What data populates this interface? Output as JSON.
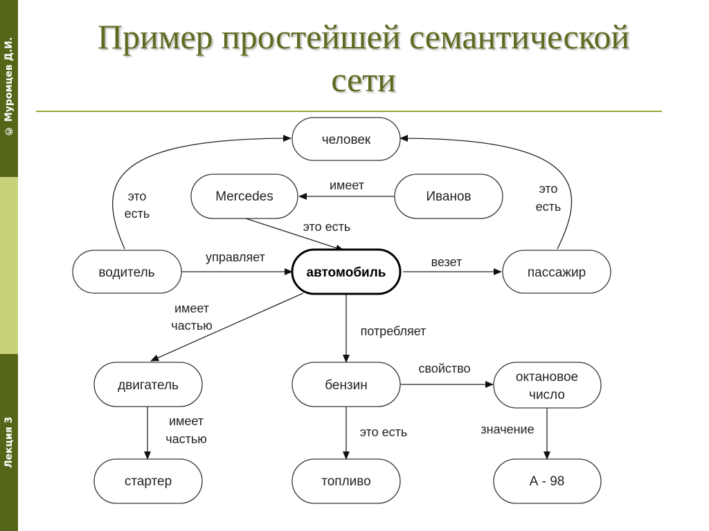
{
  "sidebar": {
    "copyright": "© Муромцев Д.И.",
    "lecture": "Лекция 3"
  },
  "title": {
    "line1": "Пример простейшей семантической",
    "line2": "сети"
  },
  "colors": {
    "title": "#5e6a1f",
    "sidebar_dark": "#556619",
    "sidebar_light": "#c8d07a",
    "rule": "#9aa22f"
  },
  "nodes": {
    "person": "человек",
    "mercedes": "Mercedes",
    "ivanov": "Иванов",
    "driver": "водитель",
    "car": "автомобиль",
    "passenger": "пассажир",
    "engine": "двигатель",
    "petrol": "бензин",
    "octane_line1": "октановое",
    "octane_line2": "число",
    "starter": "стартер",
    "fuel": "топливо",
    "a98": "А - 98"
  },
  "edges": {
    "driver_person_1": "это",
    "driver_person_2": "есть",
    "passenger_person_1": "это",
    "passenger_person_2": "есть",
    "ivanov_mercedes": "имеет",
    "mercedes_car": "это есть",
    "driver_car": "управляет",
    "car_passenger": "везет",
    "car_engine_1": "имеет",
    "car_engine_2": "частью",
    "car_petrol": "потребляет",
    "petrol_octane": "свойство",
    "engine_starter_1": "имеет",
    "engine_starter_2": "частью",
    "petrol_fuel": "это есть",
    "octane_a98": "значение"
  }
}
